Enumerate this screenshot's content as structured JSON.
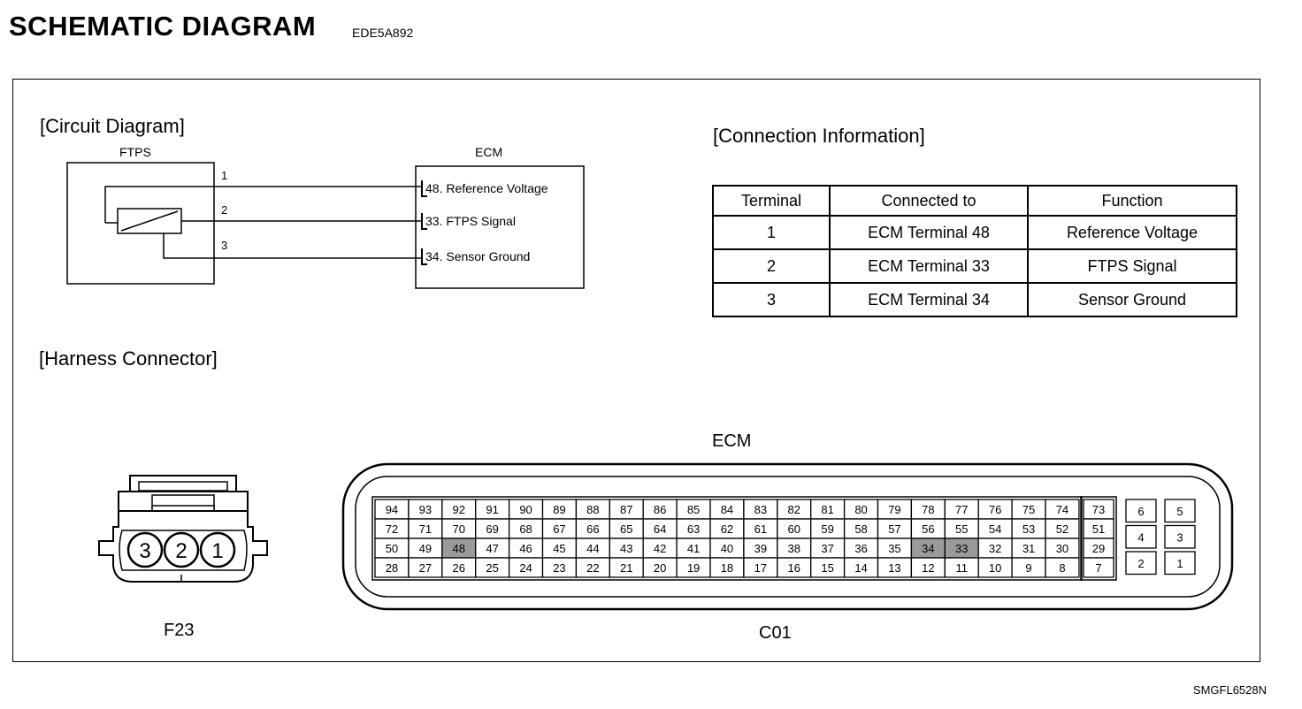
{
  "header": {
    "title": "SCHEMATIC  DIAGRAM",
    "code": "EDE5A892"
  },
  "footer": {
    "code": "SMGFL6528N"
  },
  "circuit": {
    "heading": "[Circuit Diagram]",
    "sensor_label": "FTPS",
    "ecm_label": "ECM",
    "sensor_pins": [
      "1",
      "2",
      "3"
    ],
    "ecm_pins": [
      {
        "terminal": "48",
        "label": ". Reference Voltage"
      },
      {
        "terminal": "33",
        "label": ". FTPS Signal"
      },
      {
        "terminal": "34",
        "label": ". Sensor Ground"
      }
    ]
  },
  "connection": {
    "heading": "[Connection Information]",
    "columns": [
      "Terminal",
      "Connected to",
      "Function"
    ],
    "rows": [
      [
        "1",
        "ECM Terminal 48",
        "Reference Voltage"
      ],
      [
        "2",
        "ECM Terminal 33",
        "FTPS Signal"
      ],
      [
        "3",
        "ECM Terminal 34",
        "Sensor Ground"
      ]
    ]
  },
  "harness": {
    "heading": "[Harness Connector]",
    "f23": {
      "name": "F23",
      "pins": [
        "3",
        "2",
        "1"
      ]
    },
    "ecm": {
      "label": "ECM",
      "name": "C01",
      "main_rows": [
        [
          "94",
          "93",
          "92",
          "91",
          "90",
          "89",
          "88",
          "87",
          "86",
          "85",
          "84",
          "83",
          "82",
          "81",
          "80",
          "79",
          "78",
          "77",
          "76",
          "75",
          "74"
        ],
        [
          "72",
          "71",
          "70",
          "69",
          "68",
          "67",
          "66",
          "65",
          "64",
          "63",
          "62",
          "61",
          "60",
          "59",
          "58",
          "57",
          "56",
          "55",
          "54",
          "53",
          "52"
        ],
        [
          "50",
          "49",
          "48",
          "47",
          "46",
          "45",
          "44",
          "43",
          "42",
          "41",
          "40",
          "39",
          "38",
          "37",
          "36",
          "35",
          "34",
          "33",
          "32",
          "31",
          "30"
        ],
        [
          "28",
          "27",
          "26",
          "25",
          "24",
          "23",
          "22",
          "21",
          "20",
          "19",
          "18",
          "17",
          "16",
          "15",
          "14",
          "13",
          "12",
          "11",
          "10",
          "9",
          "8"
        ]
      ],
      "side_column": [
        "73",
        "51",
        "29",
        "7"
      ],
      "right_block": [
        [
          "6",
          "5"
        ],
        [
          "4",
          "3"
        ],
        [
          "2",
          "1"
        ]
      ],
      "highlighted": [
        "48",
        "34",
        "33"
      ]
    }
  }
}
